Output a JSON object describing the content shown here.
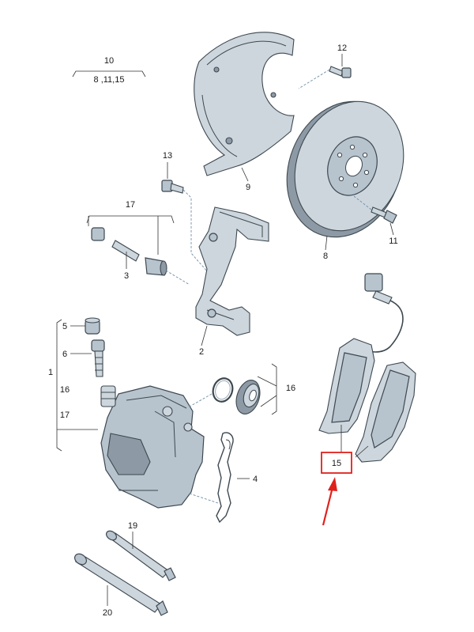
{
  "callouts": {
    "c1": "1",
    "c2": "2",
    "c3": "3",
    "c4": "4",
    "c5": "5",
    "c6": "6",
    "c8": "8",
    "c9": "9",
    "c10": "10",
    "c10_sub": "8 ,11,15",
    "c11": "11",
    "c12": "12",
    "c13": "13",
    "c16a": "16",
    "c16b": "16",
    "c17a": "17",
    "c17b": "17",
    "c19": "19",
    "c20": "20",
    "c15": "15"
  },
  "highlight": {
    "color": "#e0201b",
    "target": "15"
  }
}
